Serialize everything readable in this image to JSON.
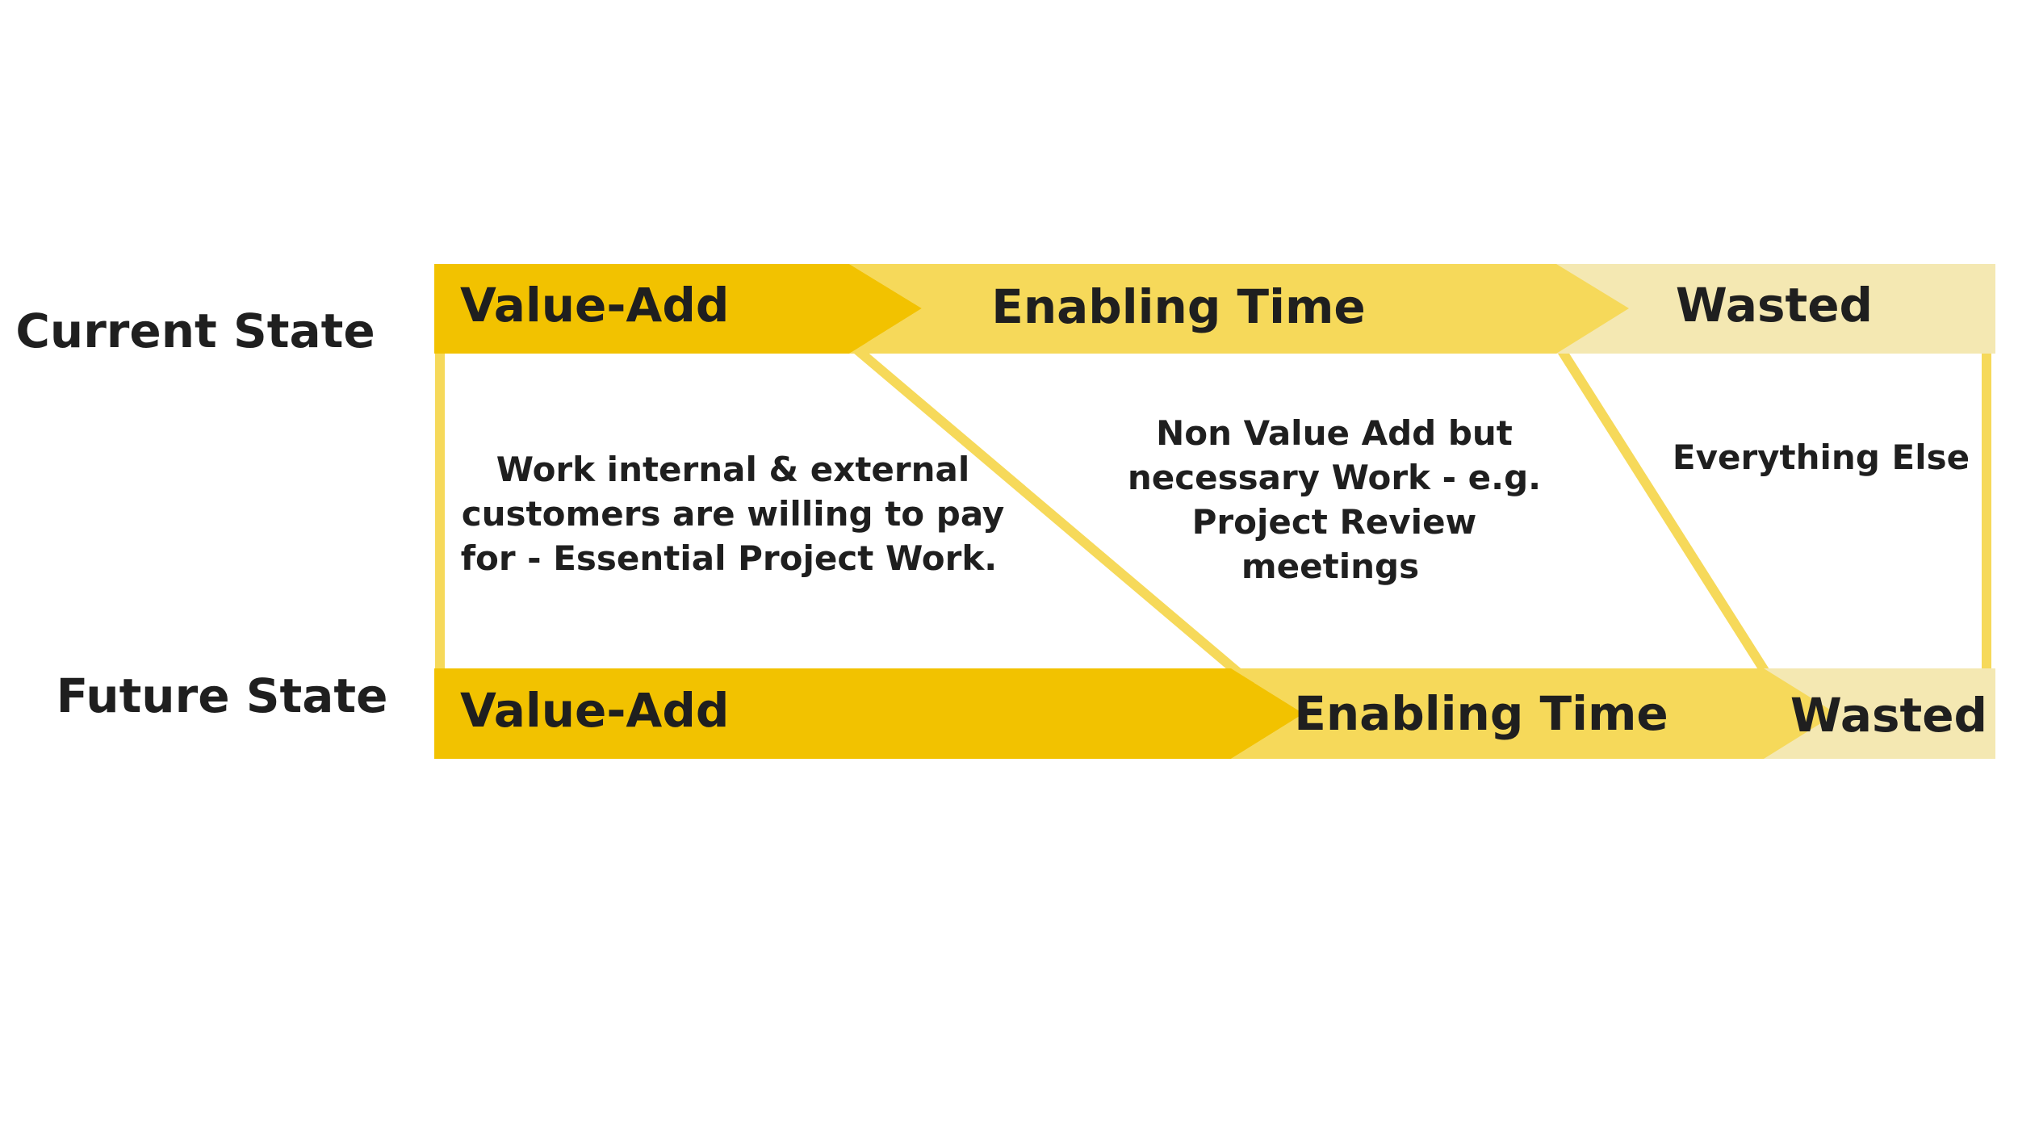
{
  "rows": {
    "current": "Current State",
    "future": "Future State"
  },
  "current_bar": {
    "value_add": "Value-Add",
    "enabling": "Enabling Time",
    "wasted": "Wasted"
  },
  "future_bar": {
    "value_add": "Value-Add",
    "enabling": "Enabling Time",
    "wasted": "Wasted"
  },
  "descriptions": {
    "value_add": [
      "Work internal & external",
      "customers are willing to pay",
      "for - Essential Project Work."
    ],
    "enabling": [
      "Non Value Add but",
      "necessary Work - e.g.",
      "Project Review",
      "meetings"
    ],
    "wasted": [
      "Everything Else"
    ]
  },
  "colors": {
    "value_add": "#f2c200",
    "enabling": "#f6d95a",
    "wasted": "#f4e8b2",
    "connector": "#f6d95a",
    "text": "#1f1f1f"
  }
}
